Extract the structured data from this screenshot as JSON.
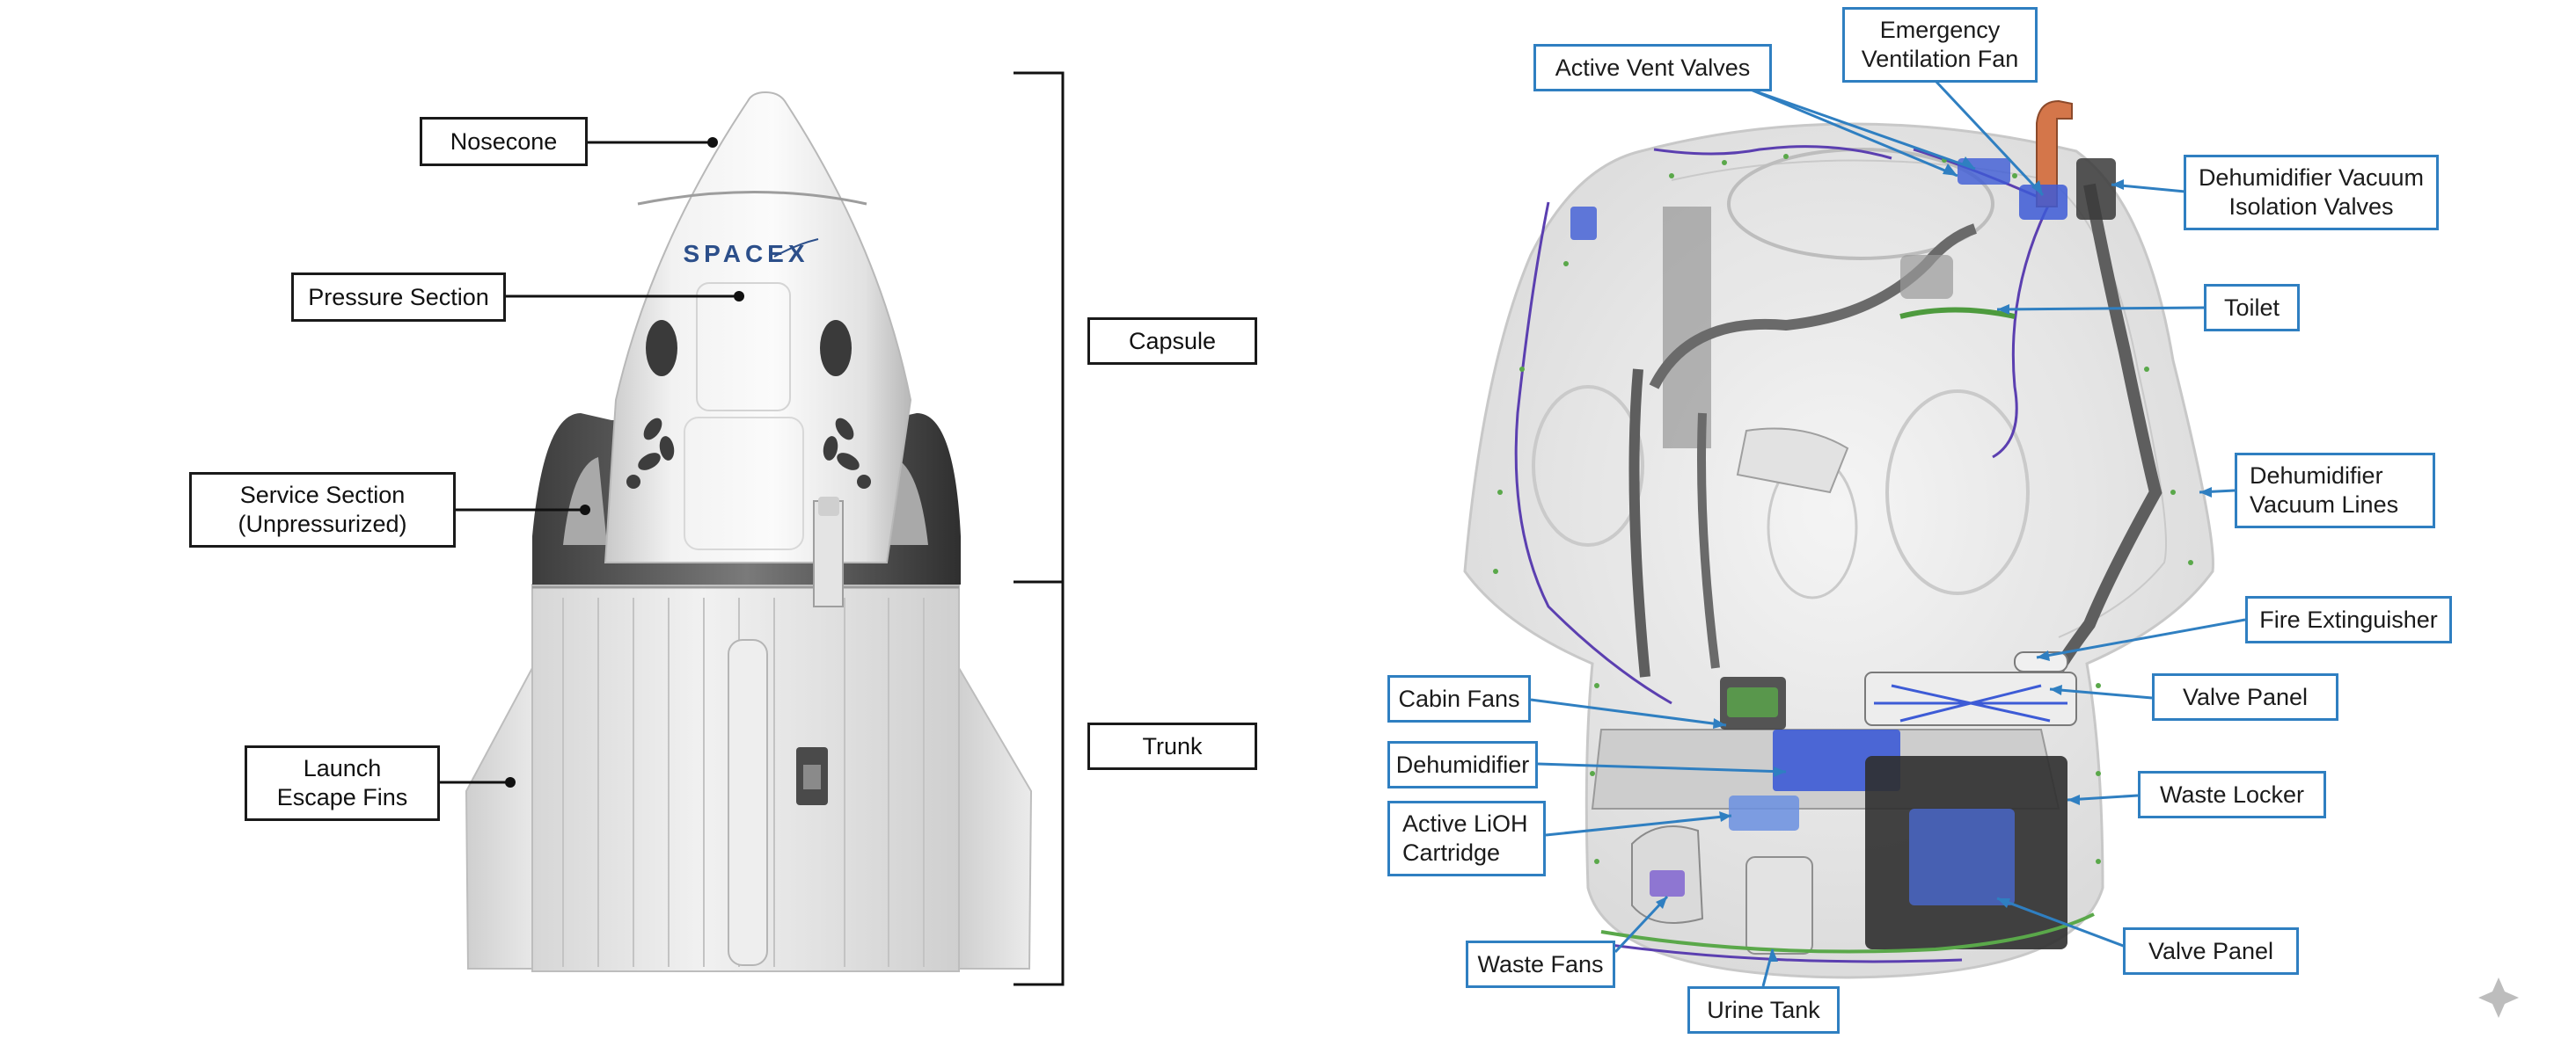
{
  "colors": {
    "callout_black": "#1a1a1a",
    "callout_blue": "#2f7fc1",
    "spacex_text": "#2c4f8a",
    "capsule_white": "#f4f4f4",
    "trunk_gray": "#e6e6e6",
    "wire_purple": "#5b3fb0",
    "valve_blue": "#3d5bd6",
    "leaf_green": "#5aa84a",
    "orange_pipe": "#d4764a"
  },
  "left": {
    "spacex_logo": "SPACEX",
    "labels": {
      "nosecone": "Nosecone",
      "pressure_section": "Pressure Section",
      "service_section": "Service Section\n(Unpressurized)",
      "launch_escape_fins": "Launch\nEscape Fins",
      "capsule": "Capsule",
      "trunk": "Trunk"
    }
  },
  "right": {
    "labels": {
      "active_vent_valves": "Active Vent Valves",
      "emergency_fan": "Emergency\nVentilation Fan",
      "dehum_isolation": "Dehumidifier Vacuum\nIsolation Valves",
      "toilet": "Toilet",
      "dehum_lines": "Dehumidifier\nVacuum Lines",
      "fire_ext": "Fire Extinguisher",
      "valve_panel_upper": "Valve Panel",
      "cabin_fans": "Cabin Fans",
      "dehumidifier": "Dehumidifier",
      "waste_locker": "Waste Locker",
      "lioh": "Active LiOH\nCartridge",
      "valve_panel_lower": "Valve Panel",
      "waste_fans": "Waste Fans",
      "urine_tank": "Urine Tank"
    },
    "icons": [
      "sparkle-icon"
    ]
  }
}
